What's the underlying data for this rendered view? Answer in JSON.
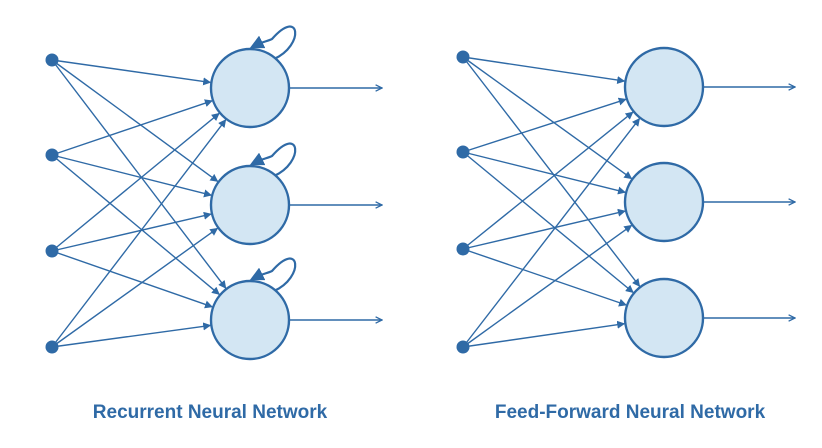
{
  "colors": {
    "line": "#2f6aa6",
    "node_fill": "#d3e6f3",
    "caption": "#2f6aa6"
  },
  "diagrams": [
    {
      "id": "rnn",
      "caption": "Recurrent Neural Network",
      "input_count": 4,
      "neuron_count": 3,
      "recurrent_loops": true
    },
    {
      "id": "ffn",
      "caption": "Feed-Forward Neural Network",
      "input_count": 4,
      "neuron_count": 3,
      "recurrent_loops": false
    }
  ]
}
